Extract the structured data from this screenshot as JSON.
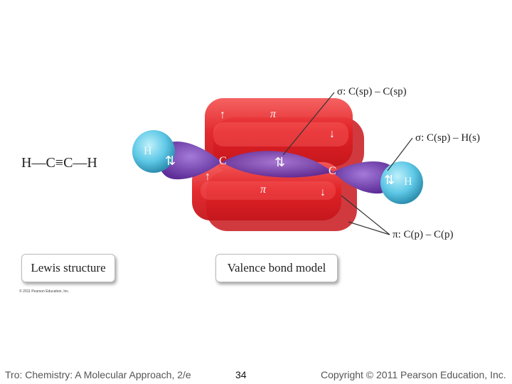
{
  "lewis": {
    "structure": "H—C≡C—H"
  },
  "atoms": {
    "h_left": "H",
    "c_left": "C",
    "c_right": "C",
    "h_right": "H"
  },
  "orbital_marks": {
    "pi_top": "π",
    "pi_bottom": "π",
    "spin_pair": "⇅",
    "up": "↑",
    "down": "↓"
  },
  "labels": {
    "sigma_cc": "σ: C(sp) – C(sp)",
    "sigma_ch": "σ: C(sp) – H(s)",
    "pi_cc": "π: C(p) – C(p)"
  },
  "captions": {
    "lewis": "Lewis structure",
    "valence": "Valence bond model"
  },
  "copyright_small": "© 2011 Pearson Education, Inc.",
  "footer": {
    "left": "Tro: Chemistry: A Molecular Approach, 2/e",
    "page": "34",
    "right": "Copyright © 2011 Pearson Education, Inc."
  },
  "colors": {
    "pi_lobe": "#e8262a",
    "sigma_lobe": "#7a44b8",
    "h_sphere": "#5ec8e6"
  }
}
